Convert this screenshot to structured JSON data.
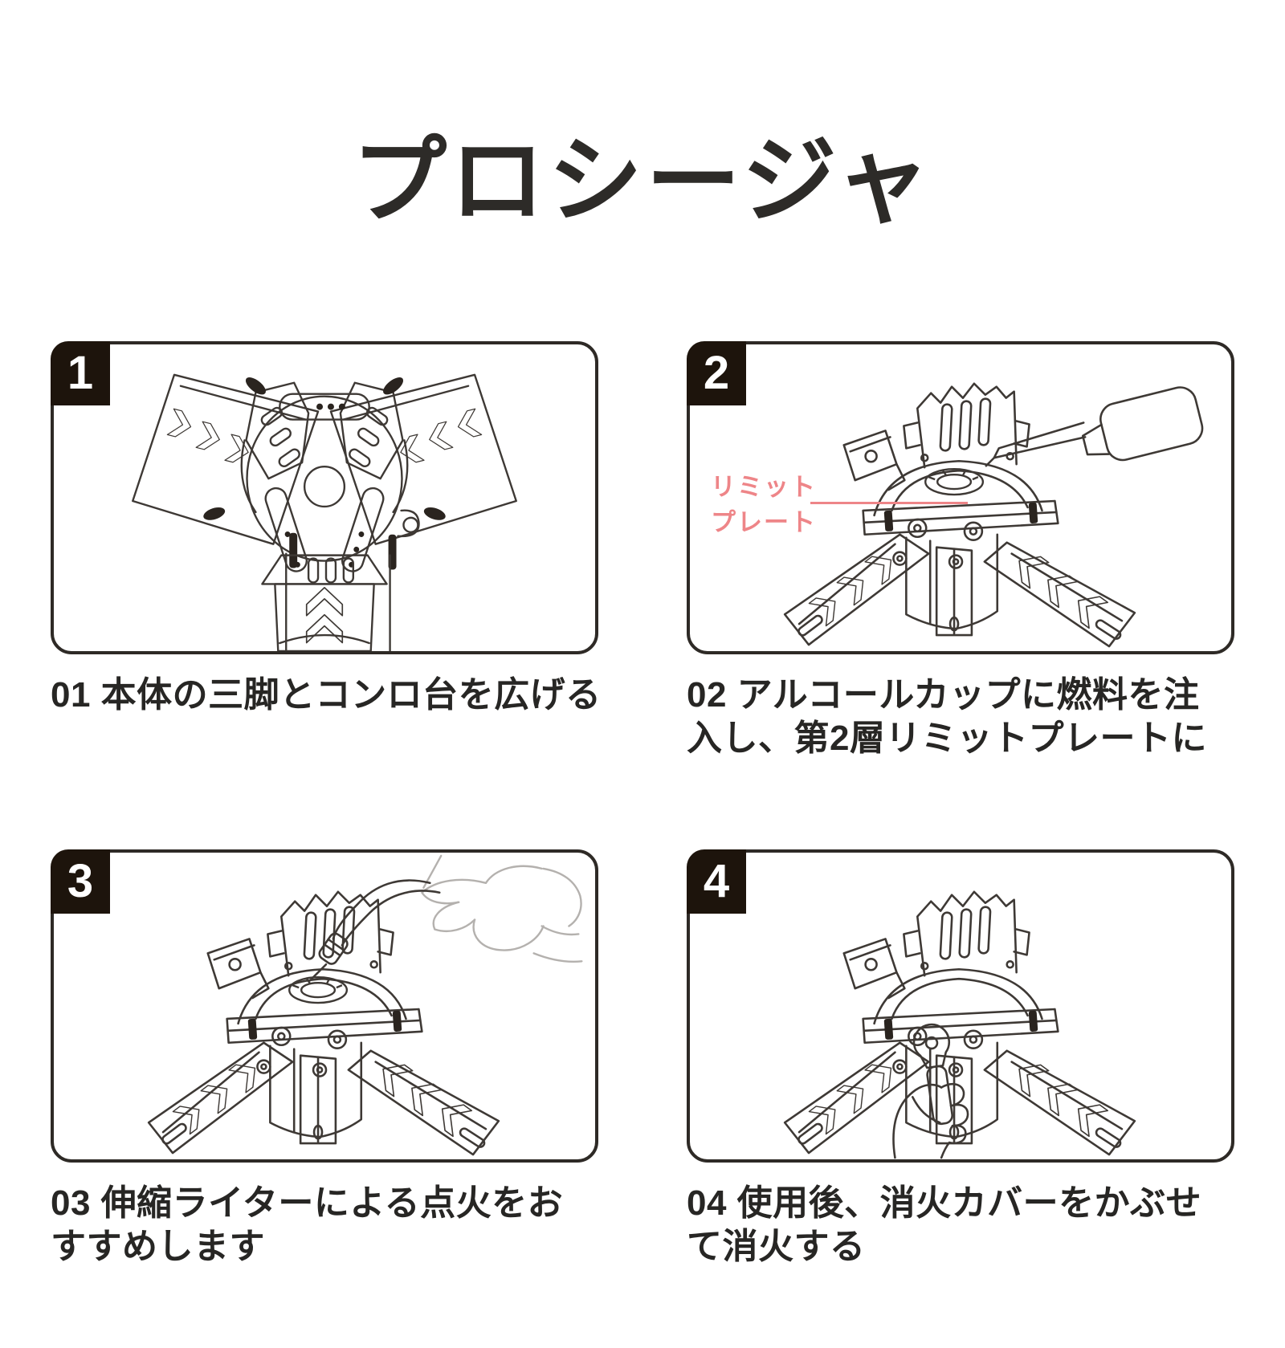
{
  "page": {
    "title": "プロシージャ"
  },
  "colors": {
    "text": "#272624",
    "panel_border": "#2e2a26",
    "badge_background": "#1d140c",
    "badge_number": "#ffffff",
    "line_art": "#3e3935",
    "light_line_art": "#b4b1ae",
    "annotation_pink": "#ee8588"
  },
  "steps": [
    {
      "number": "1",
      "caption_lines": [
        "01 本体の三脚とコンロ台を広げる"
      ],
      "illustration": "stove-unfolded-top-view"
    },
    {
      "number": "2",
      "caption_lines": [
        "02 アルコールカップに燃料を注",
        "入し、第2層リミットプレートに"
      ],
      "annotation": {
        "line1": "リミット",
        "line2": "プレート"
      },
      "illustration": "stove-fuel-pouring"
    },
    {
      "number": "3",
      "caption_lines": [
        "03 伸縮ライターによる点火をお",
        "すすめします"
      ],
      "illustration": "stove-lighter-ignition"
    },
    {
      "number": "4",
      "caption_lines": [
        "04 使用後、消火カバーをかぶせ",
        "て消火する"
      ],
      "illustration": "stove-extinguish-cover"
    }
  ]
}
